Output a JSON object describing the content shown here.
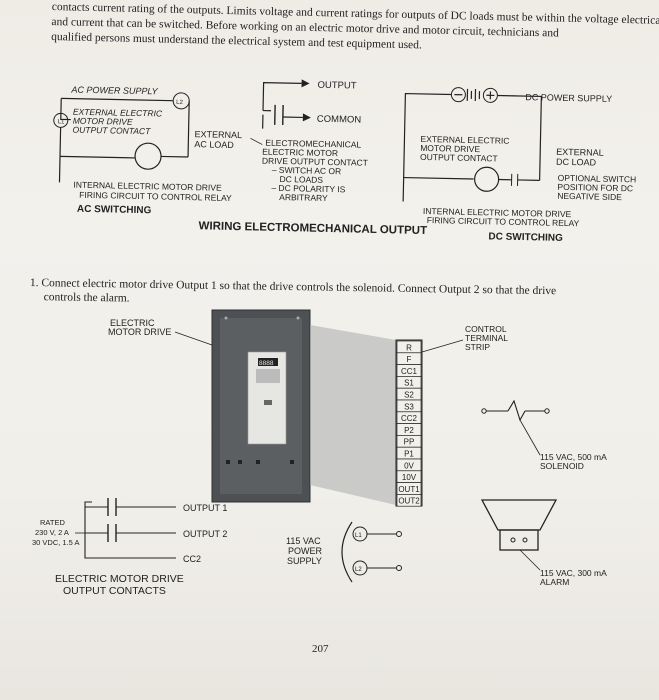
{
  "intro": {
    "line1": "contacts current rating of the outputs. Limits voltage and current ratings for outputs of DC loads must be within the voltage electrical outputs",
    "line2": "and current that can be switched. Before working on an electric motor drive and motor circuit, technicians and",
    "line3": "qualified persons must understand the electrical system and test equipment used."
  },
  "wiring": {
    "ac_power_supply": "AC POWER SUPPLY",
    "output": "OUTPUT",
    "common": "COMMON",
    "dc_power_supply": "DC POWER SUPPLY",
    "l2": "L2",
    "l1": "L1",
    "ac_contact": [
      "EXTERNAL ELECTRIC",
      "MOTOR DRIVE",
      "OUTPUT CONTACT"
    ],
    "ac_load": [
      "EXTERNAL",
      "AC LOAD"
    ],
    "center_note": [
      "ELECTROMECHANICAL",
      "ELECTRIC MOTOR",
      "DRIVE OUTPUT CONTACT",
      "– SWITCH AC OR",
      "DC LOADS",
      "– DC POLARITY IS",
      "ARBITRARY"
    ],
    "dc_contact": [
      "EXTERNAL ELECTRIC",
      "MOTOR DRIVE",
      "OUTPUT CONTACT"
    ],
    "dc_load": [
      "EXTERNAL",
      "DC LOAD"
    ],
    "optional_switch": [
      "OPTIONAL SWITCH",
      "POSITION FOR DC",
      "NEGATIVE SIDE"
    ],
    "ac_internal": [
      "INTERNAL ELECTRIC MOTOR DRIVE",
      "FIRING CIRCUIT TO CONTROL RELAY"
    ],
    "ac_switching": "AC SWITCHING",
    "dc_internal": [
      "INTERNAL ELECTRIC MOTOR DRIVE",
      "FIRING CIRCUIT TO CONTROL RELAY"
    ],
    "dc_switching": "DC SWITCHING",
    "title": "WIRING ELECTROMECHANICAL OUTPUT"
  },
  "question": {
    "line1": "1. Connect electric motor drive Output 1 so that the drive controls the solenoid. Connect Output 2 so that the drive",
    "line2": "controls the alarm."
  },
  "drive_figure": {
    "electric_motor_drive": [
      "ELECTRIC",
      "MOTOR DRIVE"
    ],
    "display": "8888",
    "control_terminal_strip": [
      "CONTROL",
      "TERMINAL",
      "STRIP"
    ],
    "terminals": [
      "R",
      "F",
      "CC1",
      "S1",
      "S2",
      "S3",
      "CC2",
      "P2",
      "PP",
      "P1",
      "0V",
      "10V",
      "OUT1",
      "OUT2"
    ],
    "solenoid": [
      "115 VAC, 500 mA",
      "SOLENOID"
    ],
    "alarm": [
      "115 VAC, 300 mA",
      "ALARM"
    ],
    "rated": [
      "RATED",
      "230 V, 2 A",
      "30 VDC, 1.5 A"
    ],
    "output1": "OUTPUT 1",
    "output2": "OUTPUT 2",
    "cc2": "CC2",
    "output_contacts_caption": [
      "ELECTRIC MOTOR DRIVE",
      "OUTPUT CONTACTS"
    ],
    "power_supply": [
      "115 VAC",
      "POWER",
      "SUPPLY"
    ],
    "l1": "L1",
    "l2": "L2"
  },
  "page_number": "207"
}
